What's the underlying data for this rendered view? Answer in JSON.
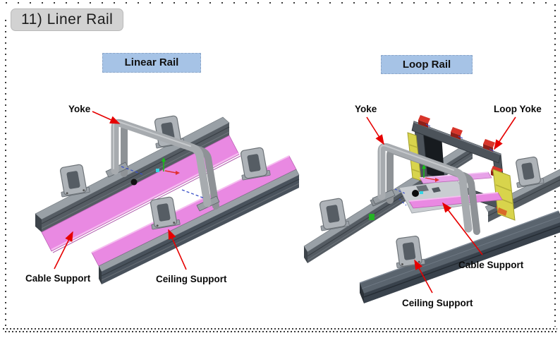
{
  "page": {
    "title": "11) Liner Rail"
  },
  "colors": {
    "accent-red": "#e60000",
    "header-bg": "#a6c3e6",
    "header-border": "#8ba6c9",
    "title-bg": "#d2d2d2",
    "title-border": "#b9b9b9",
    "pink-tray": "#e989e2",
    "pink-light": "#f6bdf0",
    "rail-top": "#99a0a6",
    "rail-side": "#555c63",
    "yoke-gray": "#a7abaf",
    "yoke-shadow": "#8e9296",
    "bracket-gray": "#aeb3b8",
    "loop-frame": "#4c535a",
    "yellow-post": "#d8d44c",
    "clamp-red": "#d8352a",
    "axis-green": "#18c018",
    "axis-red": "#e03030",
    "axis-cyan": "#35d5e5",
    "axis-blue": "#3a50c8",
    "border-dot": "#3a3a3a"
  },
  "panels": {
    "linear": {
      "header": "Linear Rail",
      "labels": {
        "yoke": "Yoke",
        "cable_support": "Cable Support",
        "ceiling_support": "Ceiling Support"
      }
    },
    "loop": {
      "header": "Loop Rail",
      "labels": {
        "yoke": "Yoke",
        "loop_yoke": "Loop Yoke",
        "cable_support": "Cable Support",
        "ceiling_support": "Ceiling Support"
      }
    }
  }
}
